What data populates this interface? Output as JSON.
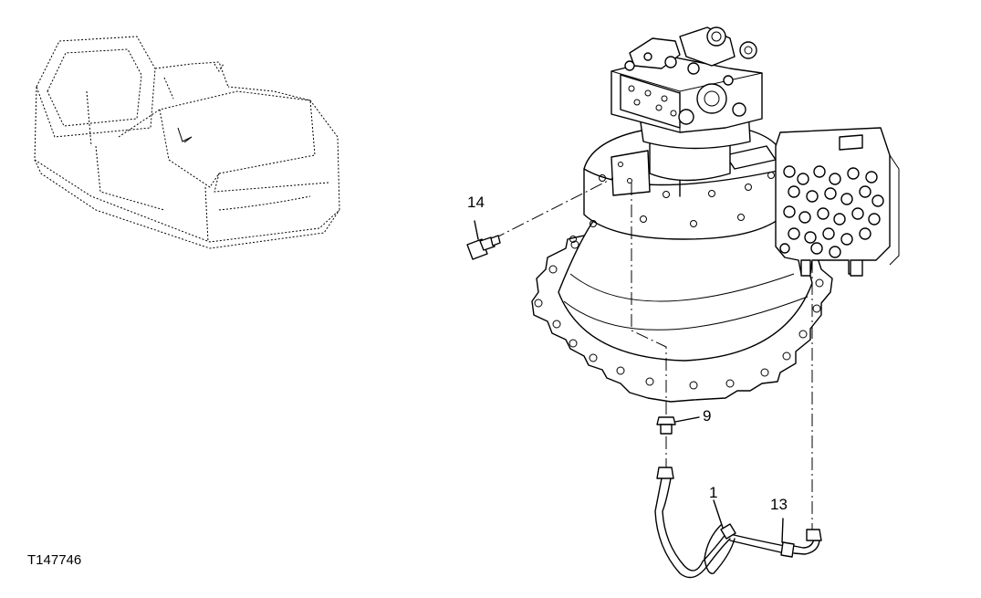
{
  "diagram": {
    "figure_id": "T147746",
    "callouts": [
      {
        "key": "c14",
        "label": "14"
      },
      {
        "key": "c9",
        "label": "9"
      },
      {
        "key": "c1",
        "label": "1"
      },
      {
        "key": "c13",
        "label": "13"
      }
    ]
  }
}
